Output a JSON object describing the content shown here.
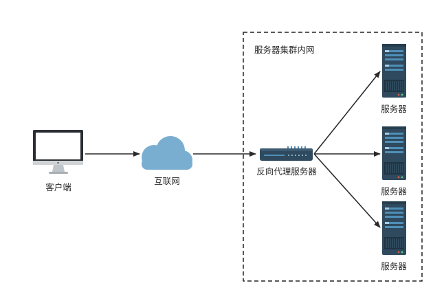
{
  "nodes": {
    "client": "客户端",
    "internet": "互联网",
    "proxy": "反向代理服务器",
    "cluster": "服务器集群内网",
    "server1": "服务器",
    "server2": "服务器",
    "server3": "服务器"
  },
  "colors": {
    "server_body": "#2f4a5e",
    "server_bar": "#4f8fb8",
    "cloud": "#7aaed1",
    "monitor_frame": "#2b2f33",
    "arrow": "#2a2a2a"
  }
}
